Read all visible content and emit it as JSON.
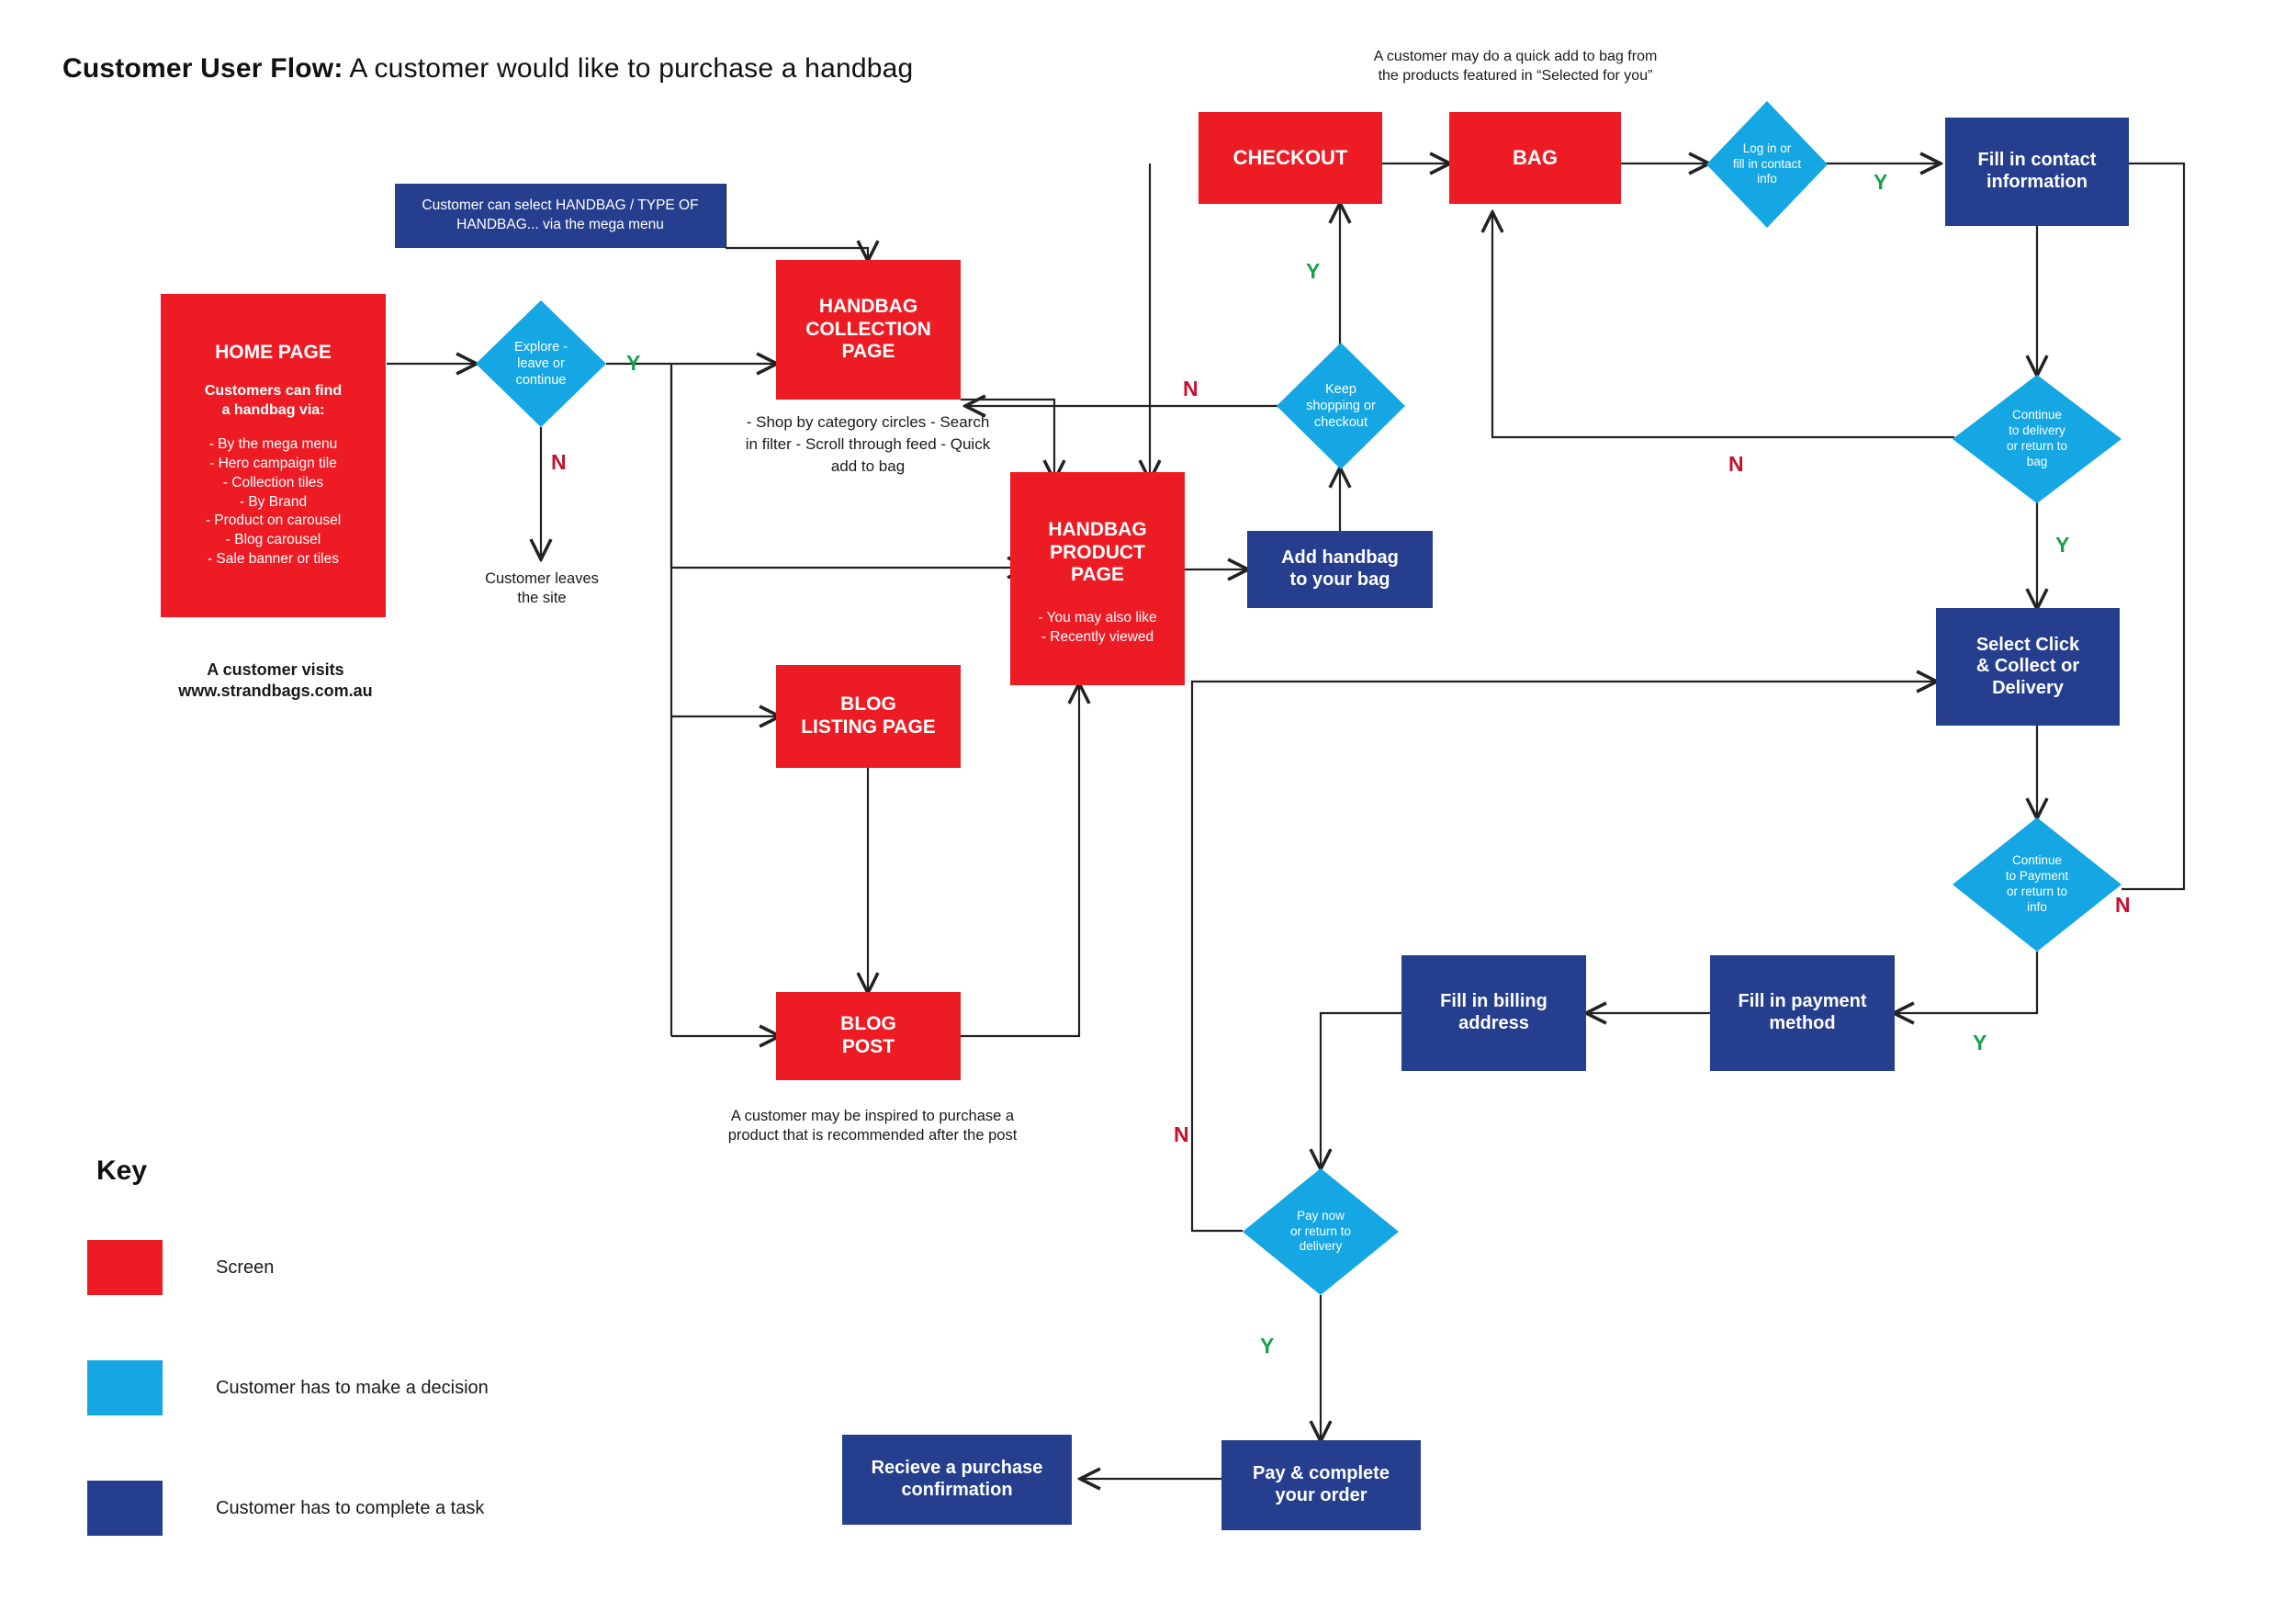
{
  "title": {
    "bold": "Customer User Flow:",
    "rest": " A customer would like to purchase a handbag"
  },
  "colors": {
    "screen": "#ED1C24",
    "decision": "#14A7E3",
    "task": "#253E8E",
    "yes": "#17A24A",
    "no": "#C8102E",
    "line": "#222222",
    "background": "#FFFFFF"
  },
  "nodes": {
    "home_page": {
      "title": "HOME PAGE",
      "subtitle": "Customers can find\na handbag via:",
      "bullets": [
        "- By the mega menu",
        "- Hero campaign tile",
        "- Collection tiles",
        "- By Brand",
        "- Product on carousel",
        "- Blog carousel",
        "- Sale banner or tiles"
      ]
    },
    "mega_menu_note": "Customer can select HANDBAG / TYPE OF HANDBAG... via the mega menu",
    "explore_decision": "Explore -\nleave or\ncontinue",
    "leaves_site": "Customer leaves\nthe site",
    "handbag_collection_page": "HANDBAG\nCOLLECTION\nPAGE",
    "collection_bullets": [
      "- Shop by category circles",
      "- Search in filter",
      "- Scroll through feed",
      "- Quick add to bag"
    ],
    "handbag_product_page": {
      "title": "HANDBAG\nPRODUCT\nPAGE",
      "bullets": [
        "- You may also like",
        "- Recently viewed"
      ]
    },
    "blog_listing_page": "BLOG\nLISTING PAGE",
    "blog_post": "BLOG\nPOST",
    "blog_note": "A customer may be inspired to purchase a\nproduct that is recommended after the post",
    "add_handbag": "Add handbag\nto your bag",
    "keep_shopping_decision": "Keep\nshopping or\ncheckout",
    "quick_add_note": "A customer may do a quick add to bag from\nthe products featured in “Selected for you”",
    "checkout": "CHECKOUT",
    "bag": "BAG",
    "login_decision": "Log in or\nfill in contact\ninfo",
    "fill_contact": "Fill in contact\ninformation",
    "continue_delivery_decision": "Continue\nto delivery\nor return to\nbag",
    "select_click_collect": "Select Click\n& Collect or\nDelivery",
    "continue_payment_decision": "Continue\nto Payment\nor return to\ninfo",
    "fill_payment_method": "Fill in payment\nmethod",
    "fill_billing_address": "Fill in billing\naddress",
    "pay_now_decision": "Pay now\nor return to\ndelivery",
    "pay_complete": "Pay & complete\nyour order",
    "receive_confirmation": "Recieve a purchase\nconfirmation",
    "visits_note": "A customer visits\nwww.strandbags.com.au"
  },
  "edge_labels": {
    "explore_yes": "Y",
    "explore_no": "N",
    "keep_shopping_yes": "Y",
    "keep_shopping_no": "N",
    "login_yes": "Y",
    "delivery_no": "N",
    "delivery_yes": "Y",
    "payment_no": "N",
    "payment_yes": "Y",
    "paynow_no": "N",
    "paynow_yes": "Y"
  },
  "key": {
    "heading": "Key",
    "items": [
      {
        "color": "#ED1C24",
        "label": "Screen"
      },
      {
        "color": "#14A7E3",
        "label": "Customer has to make a decision"
      },
      {
        "color": "#253E8E",
        "label": "Customer has to complete a task"
      }
    ]
  }
}
